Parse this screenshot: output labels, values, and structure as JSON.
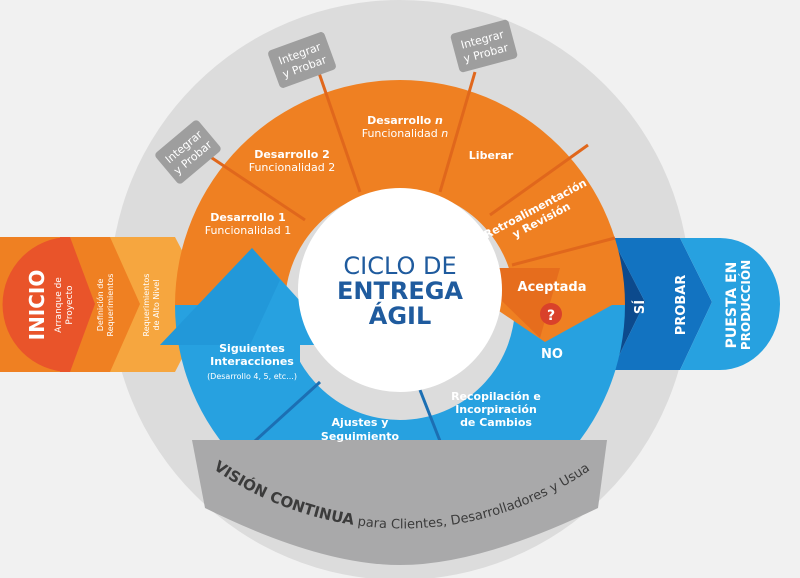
{
  "colors": {
    "background": "#f1f1f1",
    "outer_ring": "#dcdcdc",
    "orange": "#ef8022",
    "orange_dark": "#e66d1d",
    "orange_light": "#f6a63f",
    "red_orange": "#e9542a",
    "blue": "#27a1e0",
    "blue_dark": "#1273c1",
    "blue_navy": "#0c4a8d",
    "gray_band": "#a9a9aa",
    "gray_tag": "#9e9e9e",
    "center_text": "#1f5b9e",
    "white": "#ffffff"
  },
  "center": {
    "line1": "CICLO DE",
    "line2": "ENTREGA",
    "line3": "ÁGIL"
  },
  "start": {
    "title": "INICIO",
    "sub1": "Arranque de",
    "sub2": "Proyecto",
    "step2_line1": "Definición de",
    "step2_line2": "Requerimientos",
    "step3_line1": "Requerimientos",
    "step3_line2": "de Alto Nivel"
  },
  "orange_segments": [
    {
      "line1": "Desarrollo 1",
      "line2": "Funcionalidad 1"
    },
    {
      "line1": "Desarrollo 2",
      "line2": "Funcionalidad 2"
    },
    {
      "line1": "Desarrollo",
      "line1_italic": "n",
      "line2": "Funcionalidad",
      "line2_italic": "n"
    },
    {
      "line1": "Liberar"
    },
    {
      "line1": "Retroalimentación",
      "line2": "y Revisión"
    }
  ],
  "tags": [
    {
      "line1": "Integrar",
      "line2": "y Probar"
    },
    {
      "line1": "Integrar",
      "line2": "y Probar"
    },
    {
      "line1": "Integrar",
      "line2": "y Probar"
    }
  ],
  "decision": {
    "accepted": "Aceptada",
    "question_mark": "?",
    "no": "NO",
    "yes": "SÍ"
  },
  "blue_segments": [
    {
      "line1": "Siguientes",
      "line2": "Interacciones",
      "line3": "(Desarrollo 4, 5, etc...)"
    },
    {
      "line1": "Ajustes y",
      "line2": "Seguimiento"
    },
    {
      "line1": "Recopilación e",
      "line2": "Incorpiración",
      "line3": "de Cambios"
    }
  ],
  "end": {
    "test": "PROBAR",
    "prod_line1": "PUESTA EN",
    "prod_line2": "PRODUCCIÓN"
  },
  "review_band": {
    "bold": "REVISIÓN CONTINUA",
    "rest": " para Clientes, Desarrolladores y Usuarios"
  }
}
